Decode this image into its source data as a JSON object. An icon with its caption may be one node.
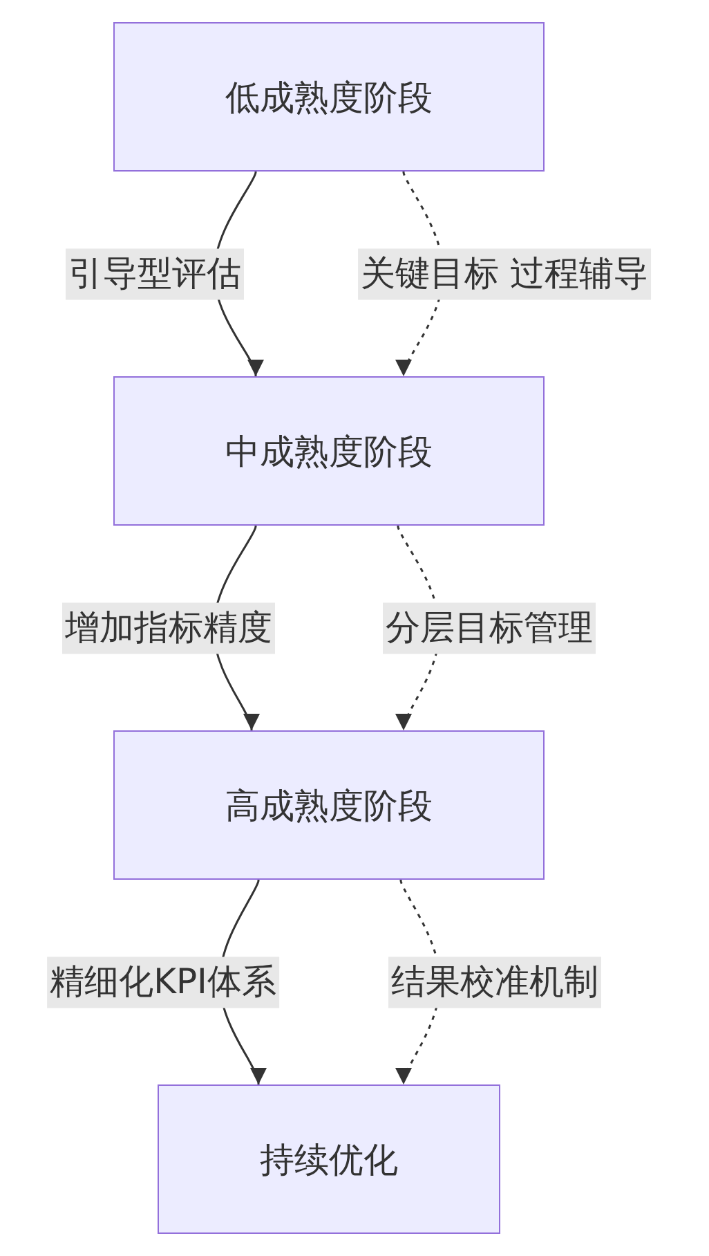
{
  "diagram": {
    "nodes": [
      {
        "text": [
          "低成熟度阶段"
        ]
      },
      {
        "text": [
          "中成熟度阶段"
        ]
      },
      {
        "text": [
          "高成熟度阶段"
        ]
      },
      {
        "text": [
          "持续优化"
        ]
      }
    ],
    "edges": [
      {
        "from": 0,
        "to": 1,
        "arrow": "to",
        "label": "引导型评估"
      },
      {
        "from": 0,
        "to": 1,
        "arrow": "to",
        "label": "关键目标 过程辅导",
        "style": "dashed"
      },
      {
        "from": 1,
        "to": 2,
        "arrow": "to",
        "label": "增加指标精度"
      },
      {
        "from": 1,
        "to": 2,
        "arrow": "to",
        "label": "分层目标管理",
        "style": "dashed"
      },
      {
        "from": 2,
        "to": 3,
        "arrow": "to",
        "label": "精细化KPI体系"
      },
      {
        "from": 2,
        "to": 3,
        "arrow": "to",
        "label": "结果校准机制",
        "style": "dashed"
      }
    ]
  }
}
